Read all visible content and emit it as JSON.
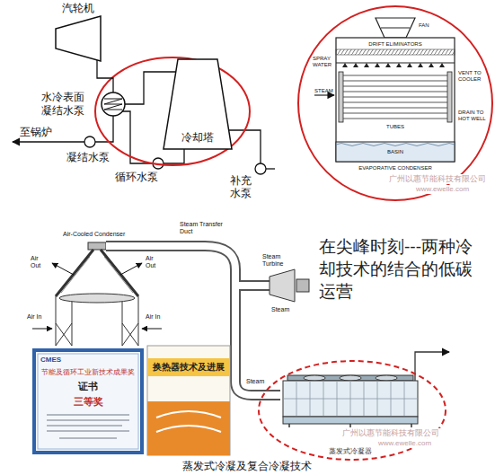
{
  "diagram": {
    "caption": "蒸发式冷凝及复合冷凝技术",
    "nodes": [
      {
        "text": [
          "汽轮机"
        ]
      },
      {
        "text": [
          "水冷表面 凝结水泵"
        ]
      },
      {
        "text": [
          "冷却塔"
        ]
      },
      {
        "text": [
          "CMES",
          "节能及循环工业新技术成果奖",
          "证书",
          "三等奖"
        ]
      },
      {
        "text": [
          "换热器技术及进展"
        ]
      },
      {
        "text": [
          "蒸发式冷凝器"
        ]
      }
    ],
    "edges": [
      {
        "from": 0,
        "to": 1,
        "arrow": "none"
      },
      {
        "from": 1,
        "to": 2,
        "arrow": "none"
      }
    ],
    "labels": [
      "至锅炉",
      "凝结水泵",
      "循环水泵",
      "补充水泵",
      "FAN",
      "DRIFT ELIMINATORS",
      "SPRAY WATER",
      "STEAM",
      "TUBES",
      "VENT TO COOLER",
      "DRAIN TO HOT WELL",
      "BASIN",
      "EVAPORATIVE CONDENSER",
      "广州以惠节能科技有限公司",
      "www.ewelle.com",
      "Air-Cooled Condenser",
      "Steam Transfer Duct",
      "Steam Turbine",
      "Steam",
      "Air Out",
      "Air Out",
      "Air In",
      "Air In",
      "Steam",
      "在尖峰时刻---两种冷却技术的结合的低碳运营",
      "广州以惠节能科技有限公司",
      "www.ewelle.com"
    ]
  }
}
